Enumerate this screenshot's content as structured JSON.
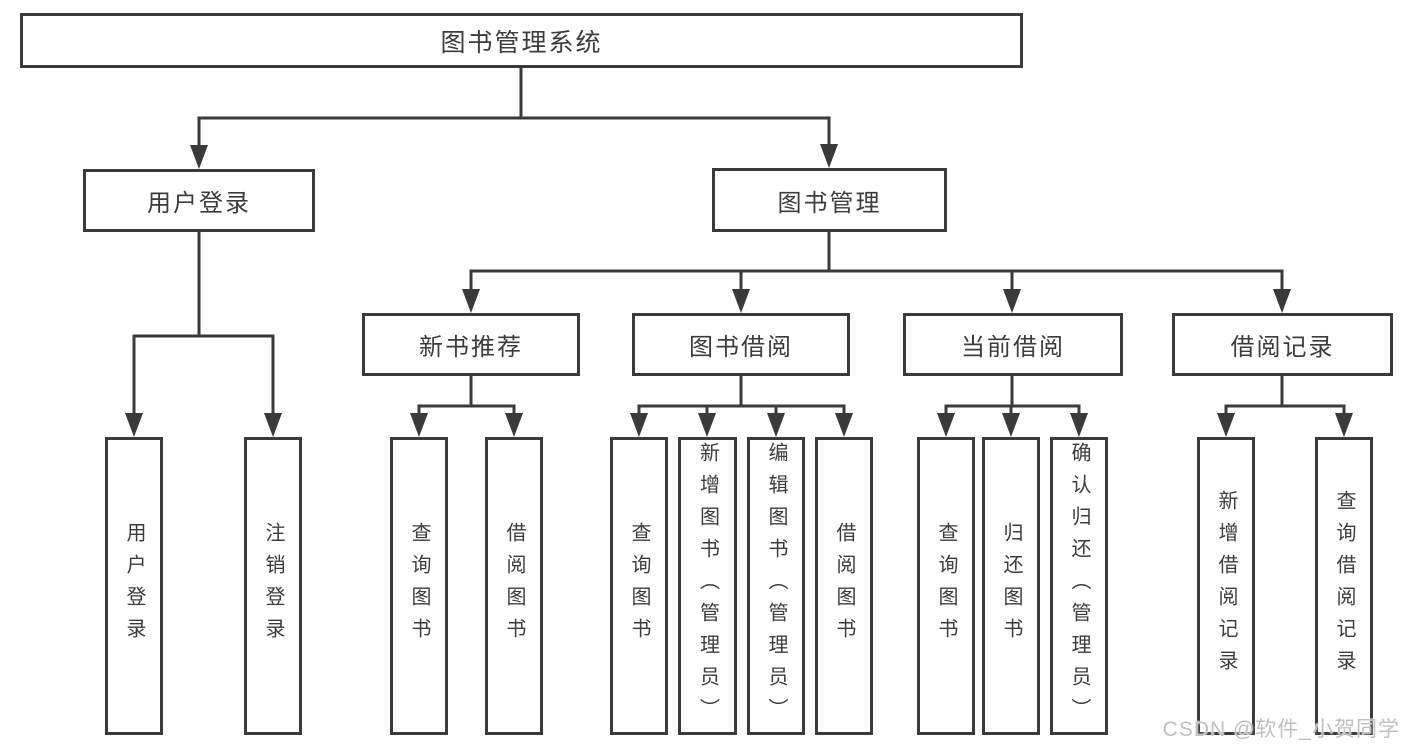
{
  "diagram": {
    "root_label": "图书管理系统",
    "branches": [
      {
        "label": "用户登录",
        "children": [
          "用户登录",
          "注销登录"
        ]
      },
      {
        "label": "图书管理",
        "groups": [
          {
            "label": "新书推荐",
            "children": [
              "查询图书",
              "借阅图书"
            ]
          },
          {
            "label": "图书借阅",
            "children": [
              "查询图书",
              "新增图书（管理员）",
              "编辑图书（管理员）",
              "借阅图书"
            ]
          },
          {
            "label": "当前借阅",
            "children": [
              "查询图书",
              "归还图书",
              "确认归还（管理员）"
            ]
          },
          {
            "label": "借阅记录",
            "children": [
              "新增借阅记录",
              "查询借阅记录"
            ]
          }
        ]
      }
    ]
  },
  "watermark": "CSDN @软件_小贺同学",
  "colors": {
    "line": "#3a3a3a",
    "text": "#3c3c3c",
    "watermark": "#c0c0c0",
    "background": "#ffffff"
  }
}
